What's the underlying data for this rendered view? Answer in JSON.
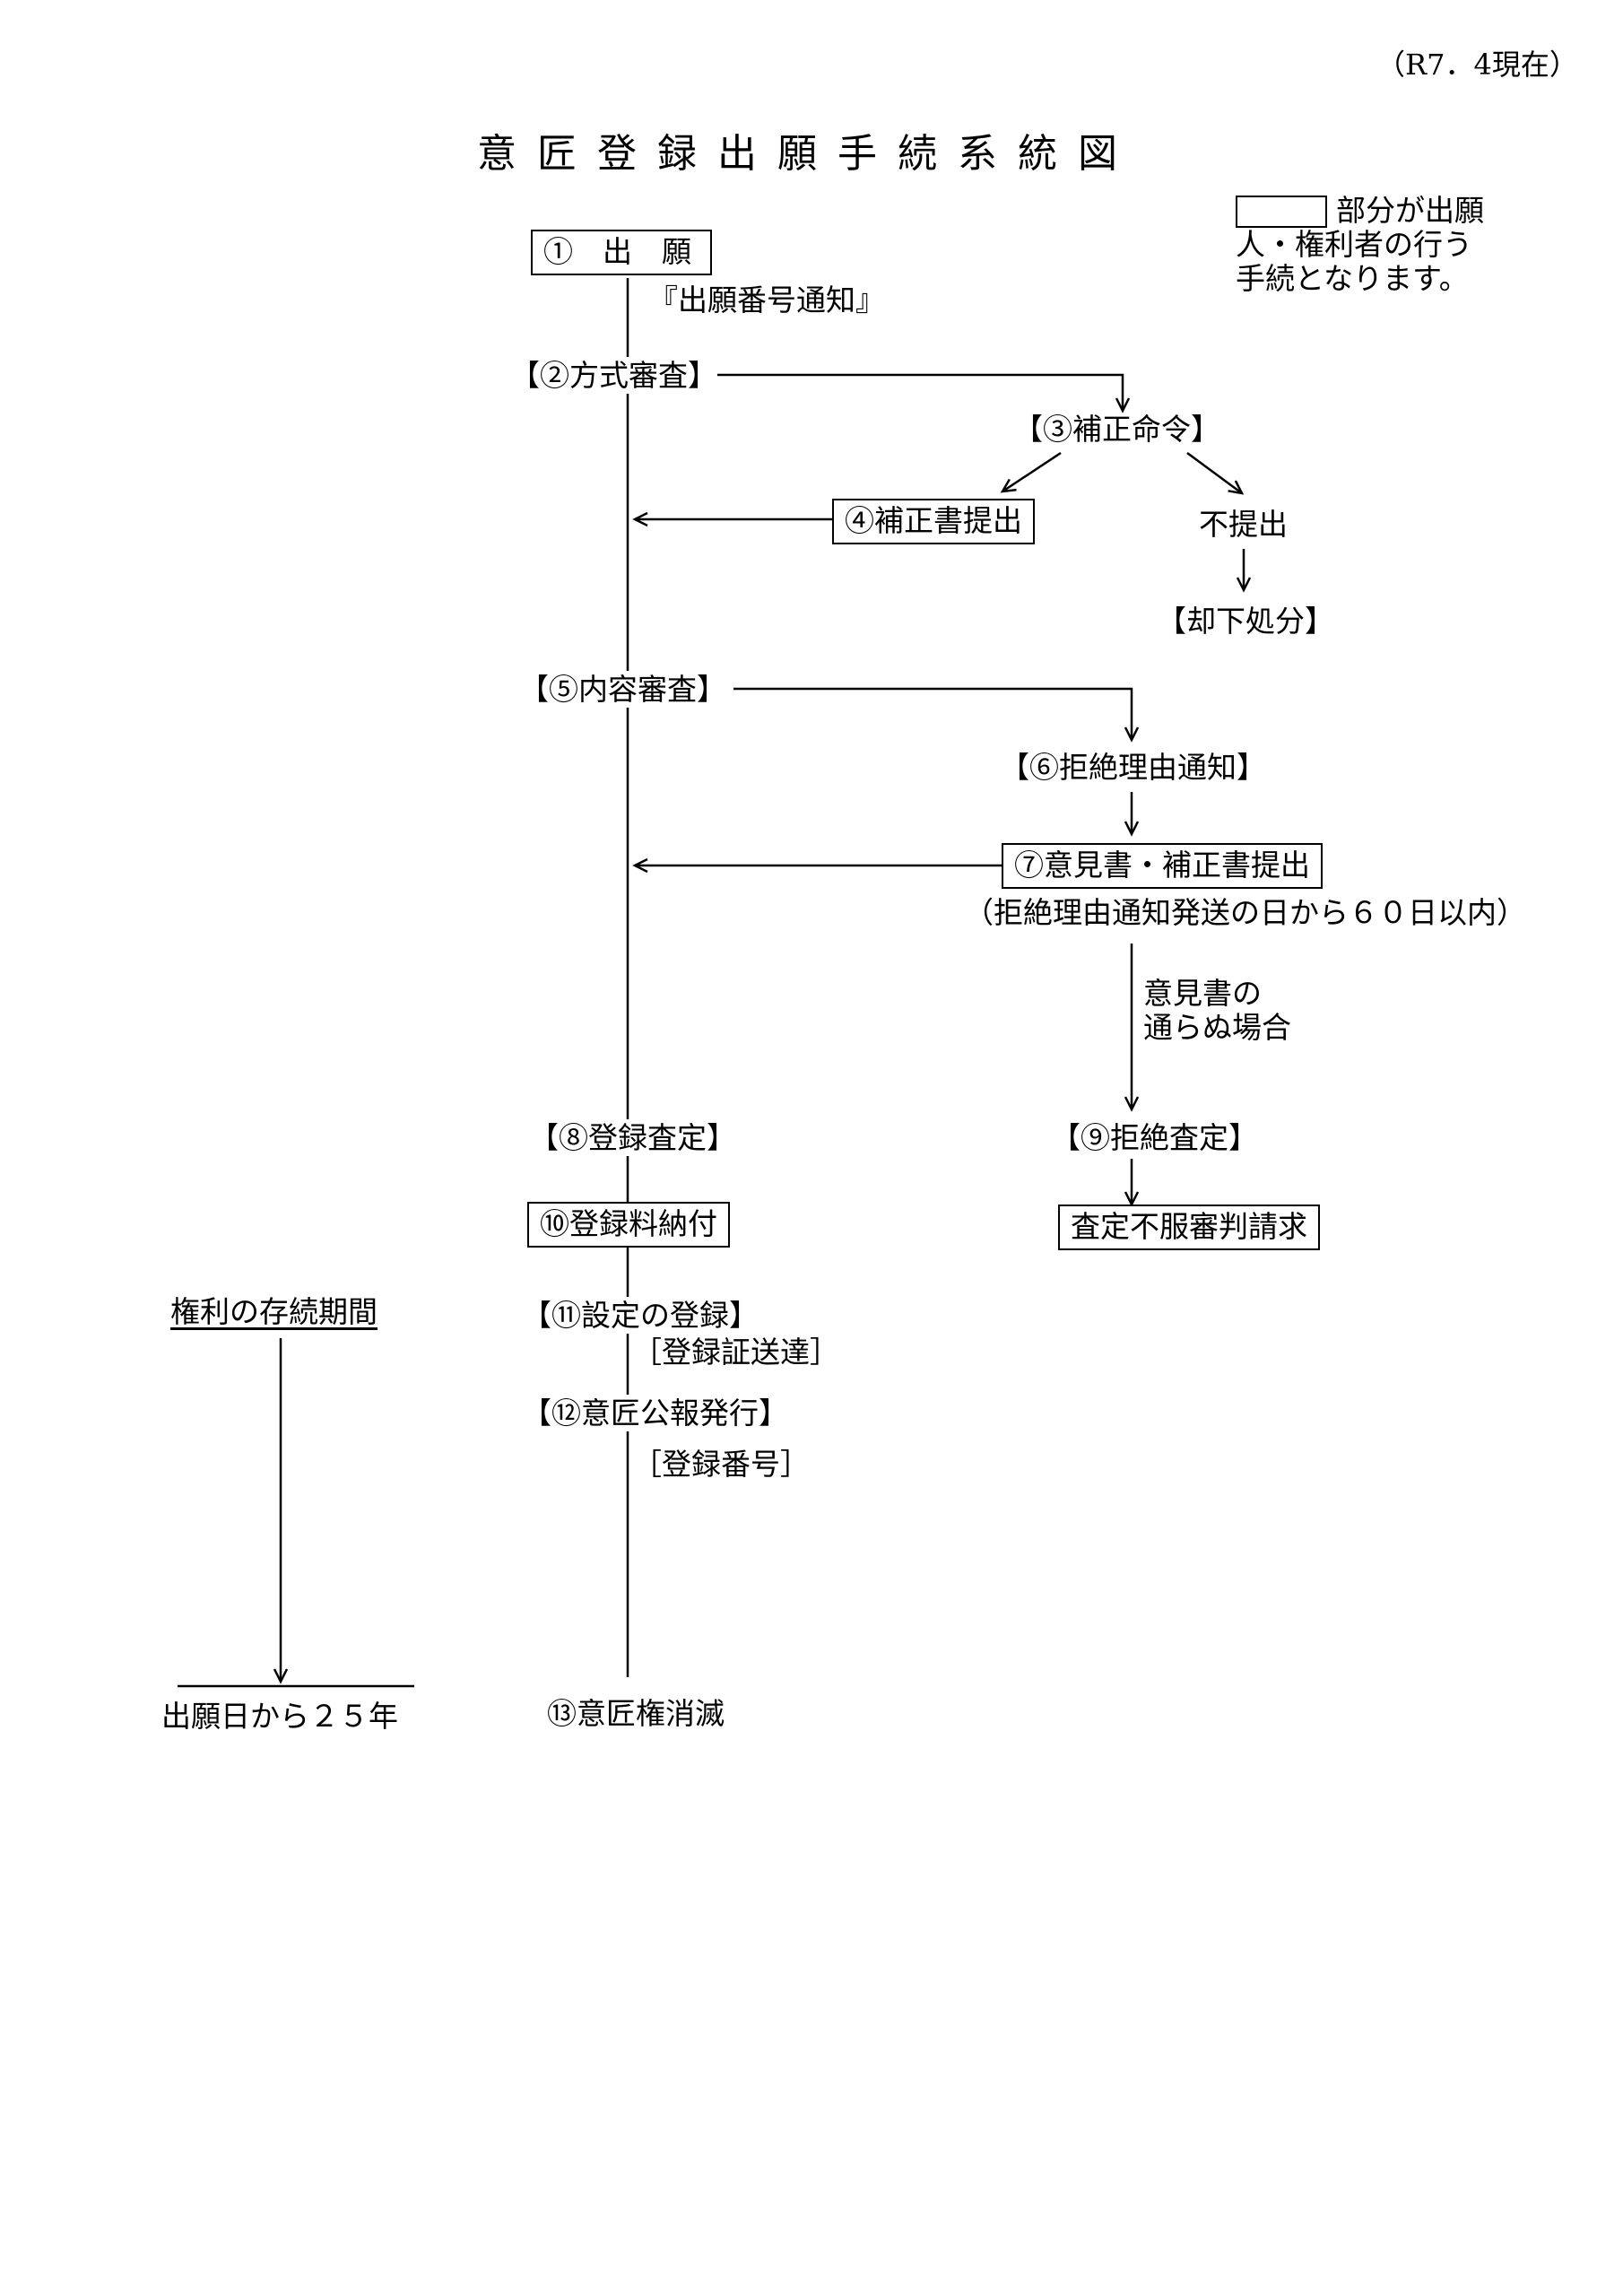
{
  "header": {
    "date_note": "（R7．4現在）",
    "title": "意匠登録出願手続系統図"
  },
  "legend": {
    "lines": [
      "部分が出願",
      "人・権利者の行う",
      "手続となります。"
    ]
  },
  "steps": {
    "s1": "①　出　願",
    "s1_note": "『出願番号通知』",
    "s2": "【②方式審査】",
    "s3": "【③補正命令】",
    "s4": "④補正書提出",
    "non_submit": "不提出",
    "dismissal": "【却下処分】",
    "s5": "【⑤内容審査】",
    "s6": "【⑥拒絶理由通知】",
    "s7": "⑦意見書・補正書提出",
    "s7_note": "（拒絶理由通知発送の日から６０日以内）",
    "opinion_fail_1": "意見書の",
    "opinion_fail_2": "通らぬ場合",
    "s8": "【⑧登録査定】",
    "s9": "【⑨拒絶査定】",
    "appeal": "査定不服審判請求",
    "s10": "⑩登録料納付",
    "s11": "【⑪設定の登録】",
    "s11_note": "［登録証送達］",
    "s12": "【⑫意匠公報発行】",
    "s12_note": "［登録番号］",
    "s13": "⑬意匠権消滅"
  },
  "term": {
    "label": "権利の存続期間",
    "end": "出願日から２５年"
  }
}
